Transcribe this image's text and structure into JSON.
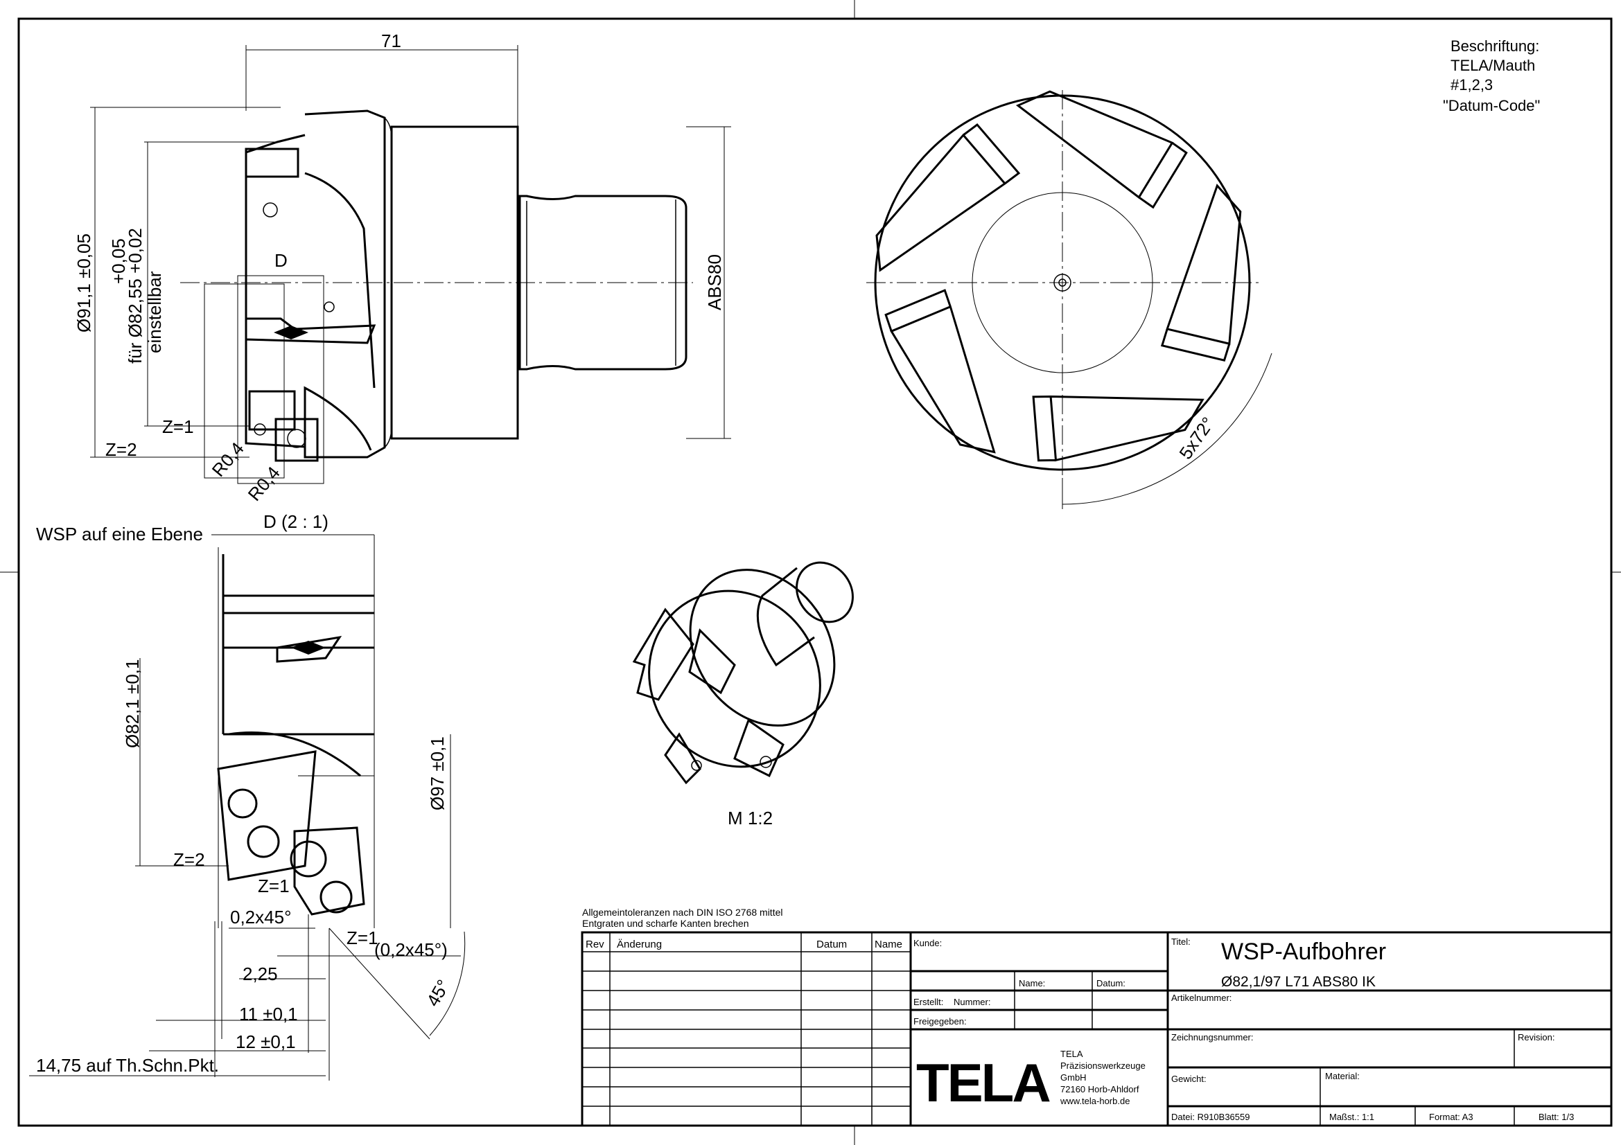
{
  "labels": {
    "marking_title": "Beschriftung:",
    "marking_lines": [
      "TELA/Mauth",
      "#1,2,3",
      "\"Datum-Code\""
    ],
    "view_scale_3d": "M 1:2",
    "detail_title": "D (2 : 1)",
    "detail_marker": "D",
    "wsp_note": "WSP auf eine Ebene",
    "general_notes": [
      "Allgemeintoleranzen nach DIN ISO 2768 mittel",
      "Entgraten und scharfe Kanten brechen"
    ]
  },
  "dimensions": {
    "length": "71",
    "shank": "ABS80",
    "dia_outer": "Ø91,1 ±0,05",
    "dia_adjust_upper": "+0,05",
    "dia_adjust": "für Ø82,55 +0,02",
    "dia_adjust_note": "einstellbar",
    "z1": "Z=1",
    "z2": "Z=2",
    "radius": "R0,4",
    "pitch_angle": "5x72°",
    "dia_detail_1": "Ø82,1 ±0,1",
    "dia_detail_2": "Ø97 ±0,1",
    "chamfer": "0,2x45°",
    "chamfer_ref": "(0,2x45°)",
    "d_225": "2,25",
    "d_11": "11 ±0,1",
    "d_12": "12 ±0,1",
    "d_1475": "14,75 auf Th.Schn.Pkt.",
    "angle_45": "45°"
  },
  "title_block": {
    "rev_headers": {
      "rev": "Rev",
      "change": "Änderung",
      "date": "Datum",
      "name": "Name"
    },
    "customer_label": "Kunde:",
    "name_label": "Name:",
    "date_label": "Datum:",
    "created_label": "Erstellt:",
    "number_label": "Nummer:",
    "released_label": "Freigegeben:",
    "title_label": "Titel:",
    "title": "WSP-Aufbohrer",
    "subtitle": "Ø82,1/97 L71 ABS80 IK",
    "article_label": "Artikelnummer:",
    "drawing_no_label": "Zeichnungsnummer:",
    "revision_label": "Revision:",
    "weight_label": "Gewicht:",
    "material_label": "Material:",
    "file": "Datei: R910B36559",
    "scale": "Maßst.: 1:1",
    "format": "Format: A3",
    "sheet": "Blatt: 1/3",
    "company": {
      "logo": "TELA",
      "lines": [
        "TELA",
        "Präzisionswerkzeuge",
        "GmbH",
        "72160 Horb-Ahldorf",
        "www.tela-horb.de"
      ]
    }
  }
}
